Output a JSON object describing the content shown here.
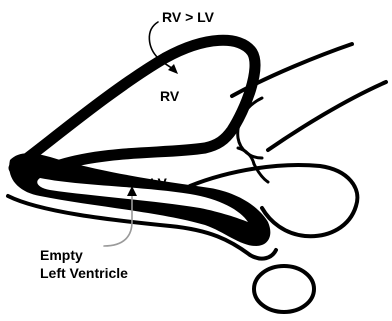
{
  "diagram": {
    "labels": {
      "rv_gt_lv": "RV > LV",
      "rv": "RV",
      "lv": "LV",
      "empty_line1": "Empty",
      "empty_line2": "Left Ventricle"
    },
    "colors": {
      "ink": "#000000",
      "pointer": "#9a9a9a",
      "background": "#ffffff"
    }
  }
}
